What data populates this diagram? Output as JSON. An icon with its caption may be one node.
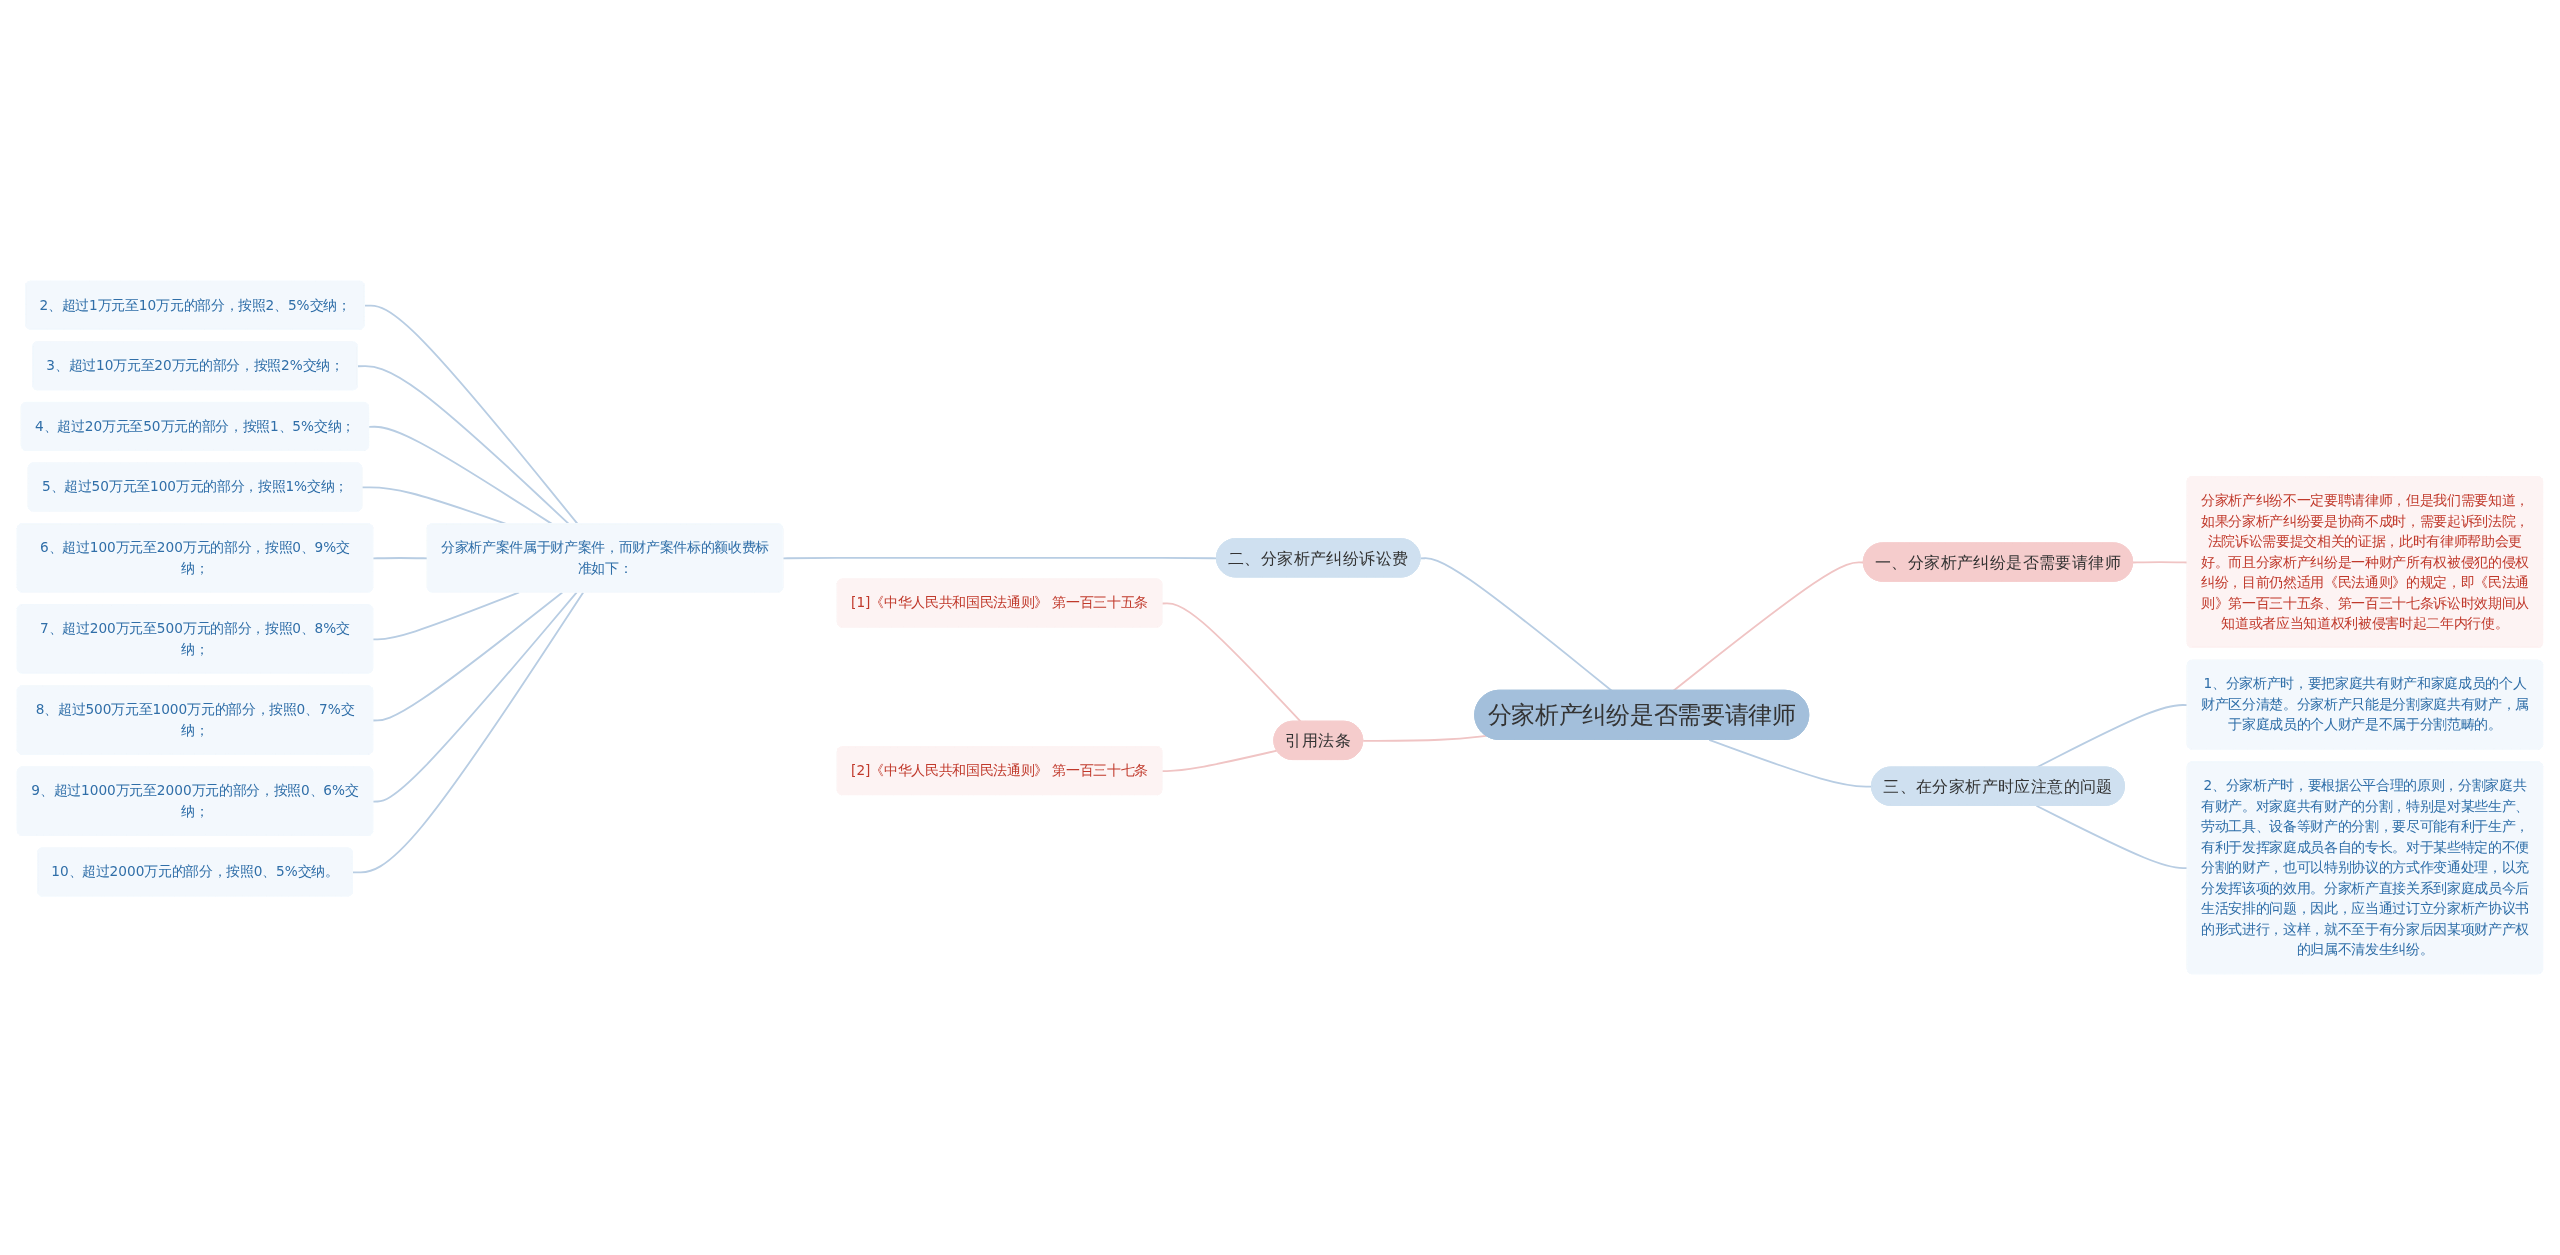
{
  "diagram": {
    "nodes": [
      {
        "text": [
          "分家析产纠纷是否需要请律师"
        ]
      },
      {
        "text": [
          "二、分家析产纠纷诉讼费"
        ]
      },
      {
        "text": [
          "分家析产案件属于财产案件，而财产案件标的额收费标准如下："
        ]
      },
      {
        "text": [
          "2、超过1万元至10万元的部分，按照2、5%交纳；"
        ]
      },
      {
        "text": [
          "3、超过10万元至20万元的部分，按照2%交纳；"
        ]
      },
      {
        "text": [
          "4、超过20万元至50万元的部分，按照1、5%交纳；"
        ]
      },
      {
        "text": [
          "5、超过50万元至100万元的部分，按照1%交纳；"
        ]
      },
      {
        "text": [
          "6、超过100万元至200万元的部分，按照0、9%交纳；"
        ]
      },
      {
        "text": [
          "7、超过200万元至500万元的部分，按照0、8%交纳；"
        ]
      },
      {
        "text": [
          "8、超过500万元至1000万元的部分，按照0、7%交纳；"
        ]
      },
      {
        "text": [
          "9、超过1000万元至2000万元的部分，按照0、6%交纳；"
        ]
      },
      {
        "text": [
          "10、超过2000万元的部分，按照0、5%交纳。"
        ]
      },
      {
        "text": [
          "引用法条"
        ]
      },
      {
        "text": [
          "[1]《中华人民共和国民法通则》 第一百三十五条"
        ]
      },
      {
        "text": [
          "[2]《中华人民共和国民法通则》 第一百三十七条"
        ]
      },
      {
        "text": [
          "一、分家析产纠纷是否需要请律师"
        ]
      },
      {
        "text": [
          "分家析产纠纷不一定要聘请律师，但是我们需要知道，如果分家析产纠纷要是协商不成时，需要起诉到法院，法院诉讼需要提交相关的证据，此时有律师帮助会更好。而且分家析产纠纷是一种财产所有权被侵犯的侵权纠纷，目前仍然适用《民法通则》的规定，即《民法通则》第一百三十五条、第一百三十七条诉讼时效期间从知道或者应当知道权利被侵害时起二年内行使。"
        ]
      },
      {
        "text": [
          "三、在分家析产时应注意的问题"
        ]
      },
      {
        "text": [
          "1、分家析产时，要把家庭共有财产和家庭成员的个人财产区分清楚。分家析产只能是分割家庭共有财产，属于家庭成员的个人财产是不属于分割范畴的。"
        ]
      },
      {
        "text": [
          "2、分家析产时，要根据公平合理的原则，分割家庭共有财产。对家庭共有财产的分割，特别是对某些生产、劳动工具、设备等财产的分割，要尽可能有利于生产，有利于发挥家庭成员各自的专长。对于某些特定的不便分割的财产，也可以特别协议的方式作变通处理，以充分发挥该项的效用。分家析产直接关系到家庭成员今后生活安排的问题，因此，应当通过订立分家析产协议书的形式进行，这样，就不至于有分家后因某项财产产权的归属不清发生纠纷。"
        ]
      }
    ],
    "edges": [
      {
        "from": 1,
        "to": 0,
        "arrow": "none"
      },
      {
        "from": 2,
        "to": 1,
        "arrow": "none"
      },
      {
        "from": 3,
        "to": 2,
        "arrow": "none"
      },
      {
        "from": 4,
        "to": 2,
        "arrow": "none"
      },
      {
        "from": 5,
        "to": 2,
        "arrow": "none"
      },
      {
        "from": 6,
        "to": 2,
        "arrow": "none"
      },
      {
        "from": 7,
        "to": 2,
        "arrow": "none"
      },
      {
        "from": 8,
        "to": 2,
        "arrow": "none"
      },
      {
        "from": 9,
        "to": 2,
        "arrow": "none"
      },
      {
        "from": 10,
        "to": 2,
        "arrow": "none"
      },
      {
        "from": 11,
        "to": 2,
        "arrow": "none"
      },
      {
        "from": 12,
        "to": 0,
        "arrow": "none",
        "color": "#f0c4c4"
      },
      {
        "from": 13,
        "to": 12,
        "arrow": "none",
        "color": "#f0c4c4"
      },
      {
        "from": 14,
        "to": 12,
        "arrow": "none",
        "color": "#f0c4c4"
      },
      {
        "from": 0,
        "to": 15,
        "arrow": "none",
        "color": "#f0c4c4"
      },
      {
        "from": 15,
        "to": 16,
        "arrow": "none",
        "color": "#f0c4c4"
      },
      {
        "from": 0,
        "to": 17,
        "arrow": "none"
      },
      {
        "from": 17,
        "to": 18,
        "arrow": "none"
      },
      {
        "from": 17,
        "to": 19,
        "arrow": "none"
      }
    ]
  }
}
